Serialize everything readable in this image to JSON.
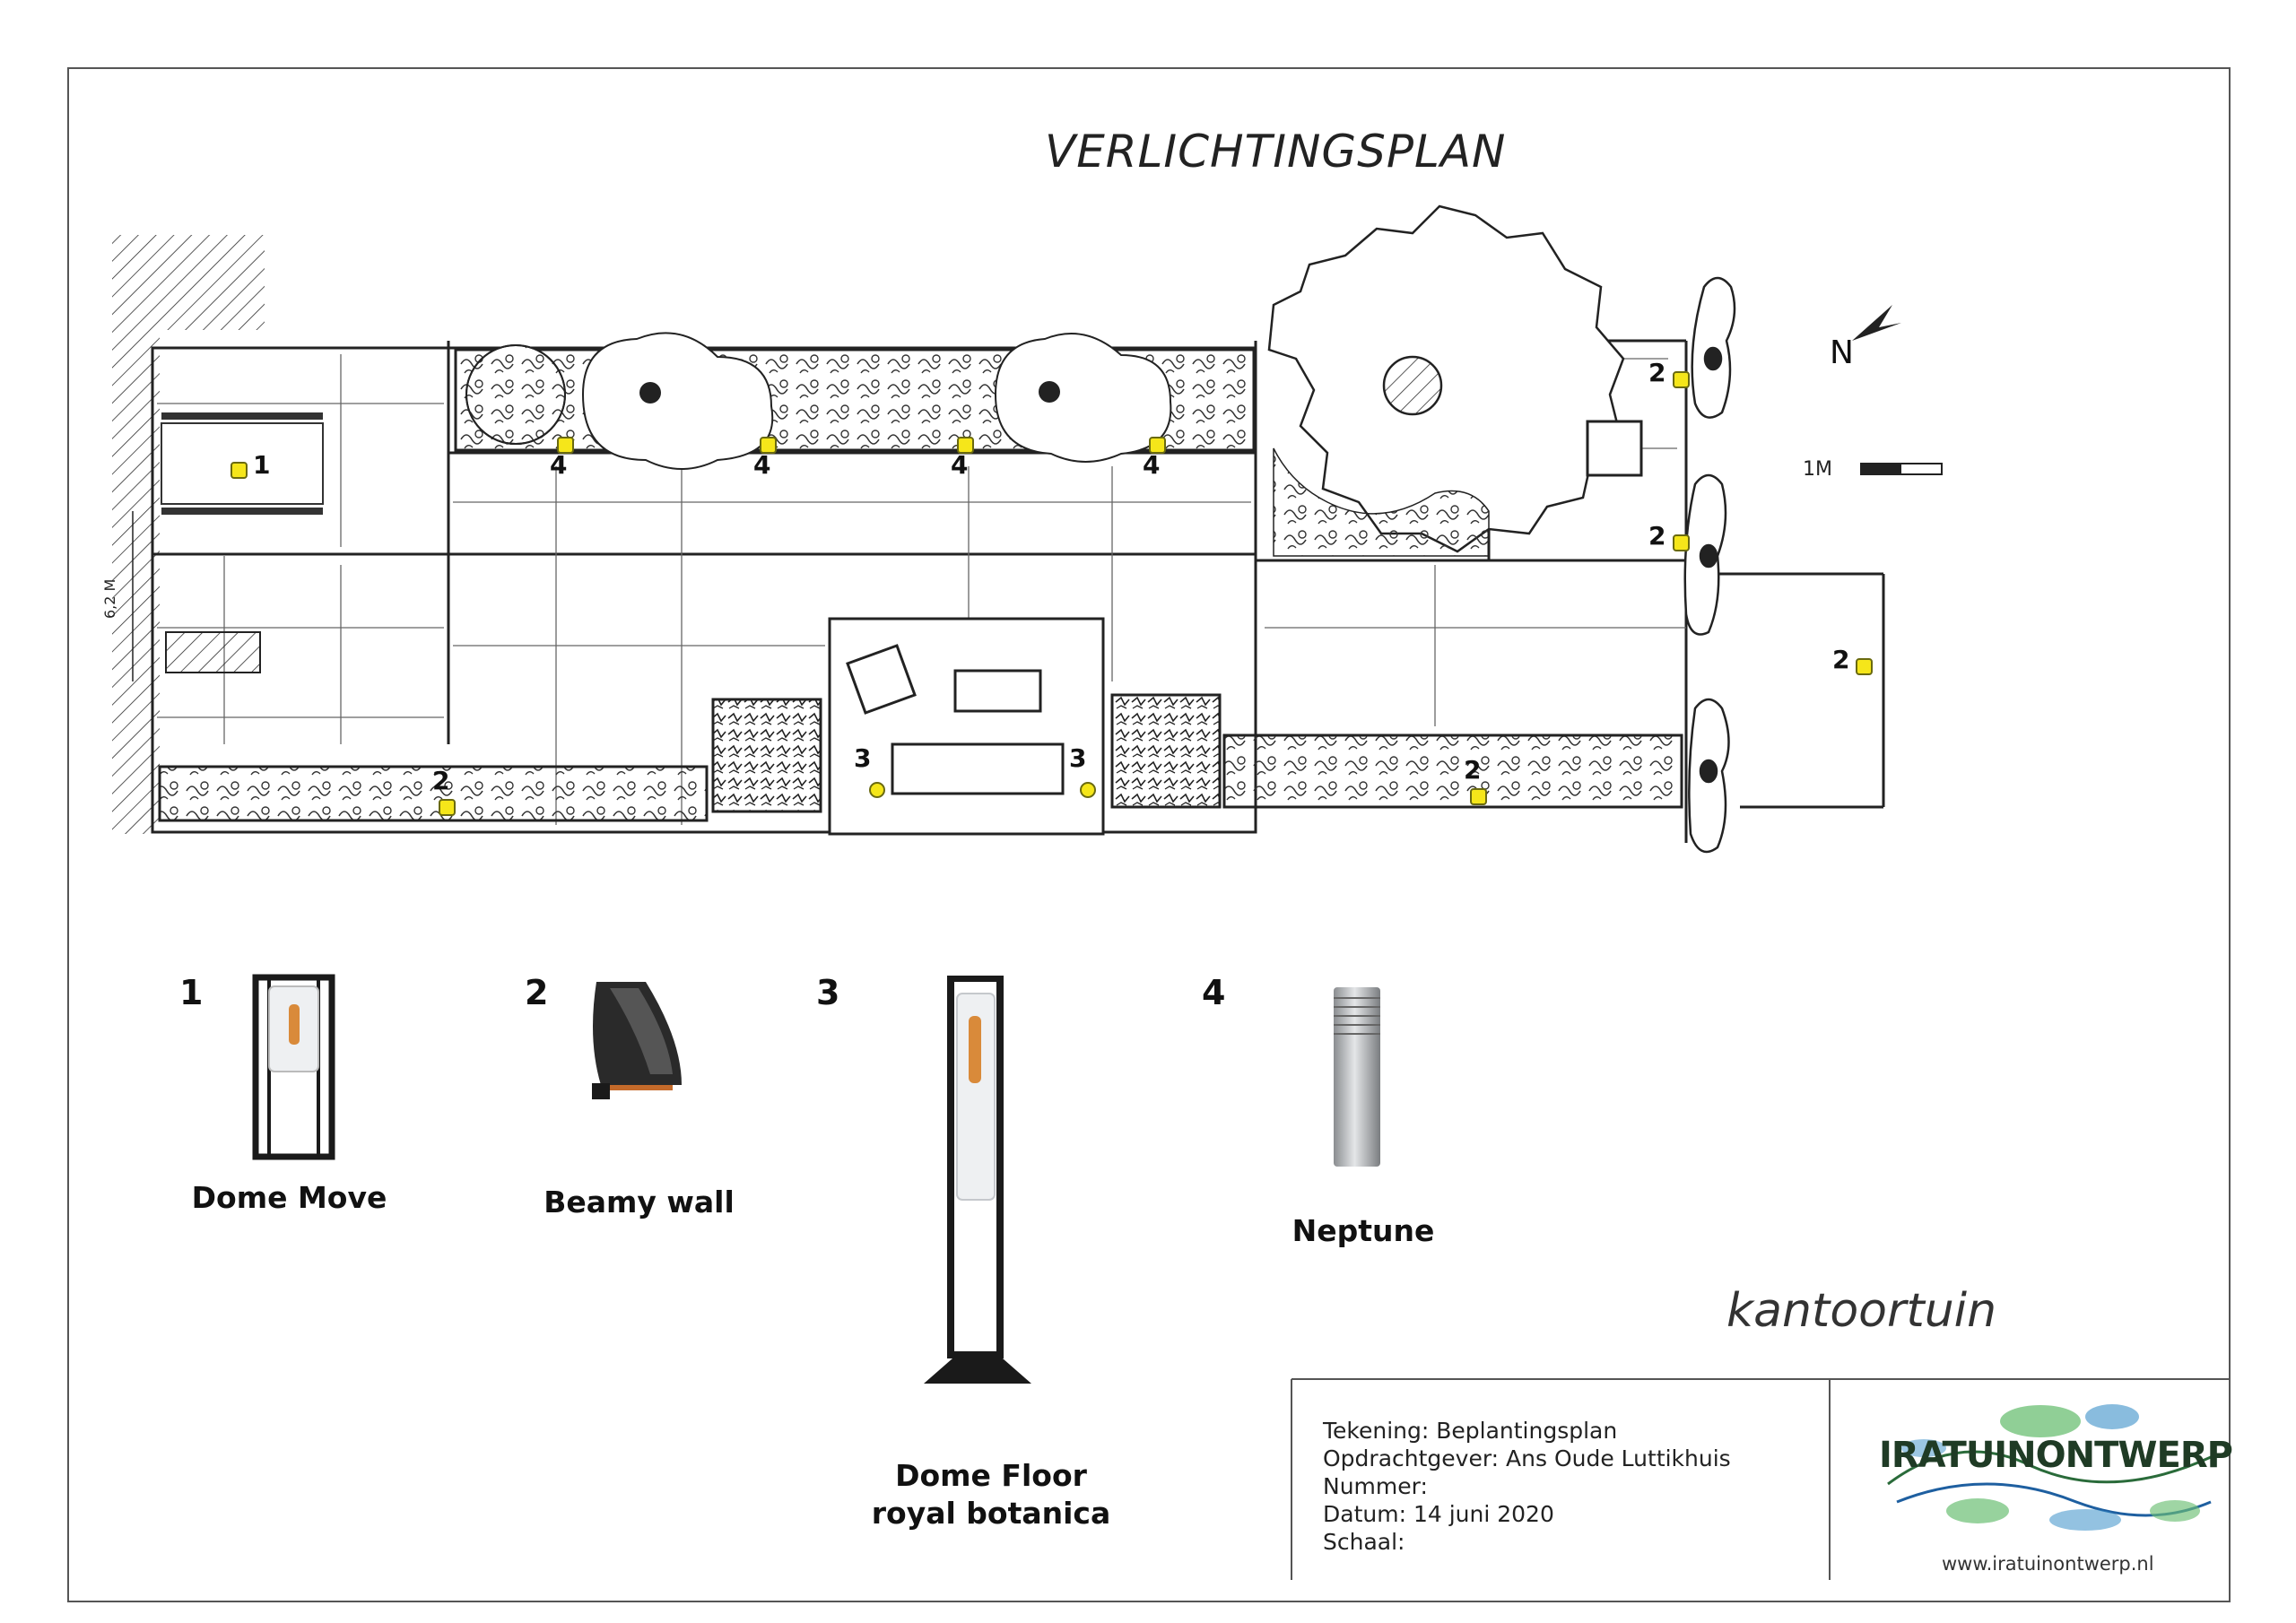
{
  "title": "VERLICHTINGSPLAN",
  "north_label": "N",
  "scale_bar_label": "1M",
  "plan_markers": [
    {
      "id": "1",
      "type": "1"
    },
    {
      "id": "2a",
      "type": "2"
    },
    {
      "id": "2b",
      "type": "2"
    },
    {
      "id": "2c",
      "type": "2"
    },
    {
      "id": "2d",
      "type": "2"
    },
    {
      "id": "2e",
      "type": "2"
    },
    {
      "id": "3a",
      "type": "3"
    },
    {
      "id": "3b",
      "type": "3"
    },
    {
      "id": "4a",
      "type": "4"
    },
    {
      "id": "4b",
      "type": "4"
    },
    {
      "id": "4c",
      "type": "4"
    },
    {
      "id": "4d",
      "type": "4"
    }
  ],
  "fixtures": [
    {
      "number": "1",
      "name": "Dome Move"
    },
    {
      "number": "2",
      "name": "Beamy wall"
    },
    {
      "number": "3",
      "name_line1": "Dome Floor",
      "name_line2": "royal botanica"
    },
    {
      "number": "4",
      "name": "Neptune"
    }
  ],
  "project_name": "kantoortuin",
  "titleblock": {
    "tekening": "Tekening: Beplantingsplan",
    "opdrachtgever": "Opdrachtgever: Ans Oude Luttikhuis",
    "nummer": "Nummer:",
    "datum": "Datum: 14 juni 2020",
    "schaal": "Schaal:"
  },
  "logo_text": "IRATUINONTWERP",
  "website": "www.iratuinontwerp.nl",
  "colors": {
    "marker": "#f5e61a",
    "marker_border": "#6a6a10",
    "logo_green": "#4aa35a",
    "logo_blue": "#3a8fc8"
  }
}
